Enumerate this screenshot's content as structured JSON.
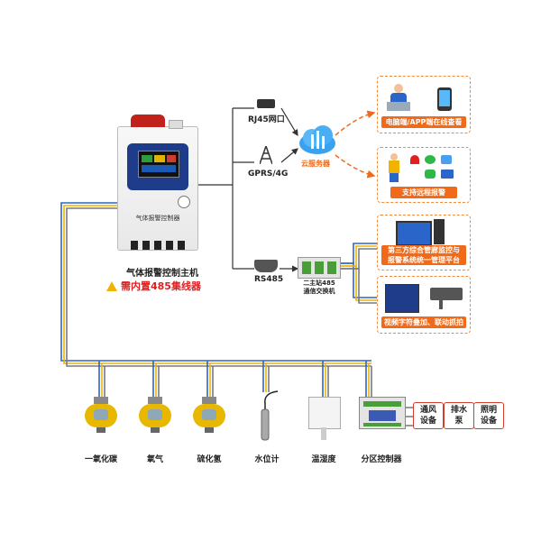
{
  "main_unit": {
    "panel_label": "气体报警控制器",
    "title": "气体报警控制主机",
    "warning_text": "需内置485集线器"
  },
  "interfaces": {
    "rj45": "RJ45网口",
    "gprs": "GPRS/4G",
    "rs485": "RS485",
    "cloud": "云服务器",
    "exchanger": "二主站485\n通信交换机"
  },
  "outputs": {
    "pc_app": "电脑端/APP端在线查看",
    "remote_alarm": "支持远程报警",
    "third_party": "第三方综合管廊监控与\n报警系统统一管理平台",
    "video": "视频字符叠加、联动抓拍"
  },
  "devices": [
    {
      "label": "一氧化碳"
    },
    {
      "label": "氧气"
    },
    {
      "label": "硫化氢"
    },
    {
      "label": "水位计"
    },
    {
      "label": "温湿度"
    },
    {
      "label": "分区控制器"
    }
  ],
  "controlled": [
    {
      "label": "通风\n设备"
    },
    {
      "label": "排水\n泵"
    },
    {
      "label": "照明\n设备"
    }
  ],
  "colors": {
    "accent": "#f06a1a",
    "line": "#333333",
    "warn": "#e02020"
  }
}
